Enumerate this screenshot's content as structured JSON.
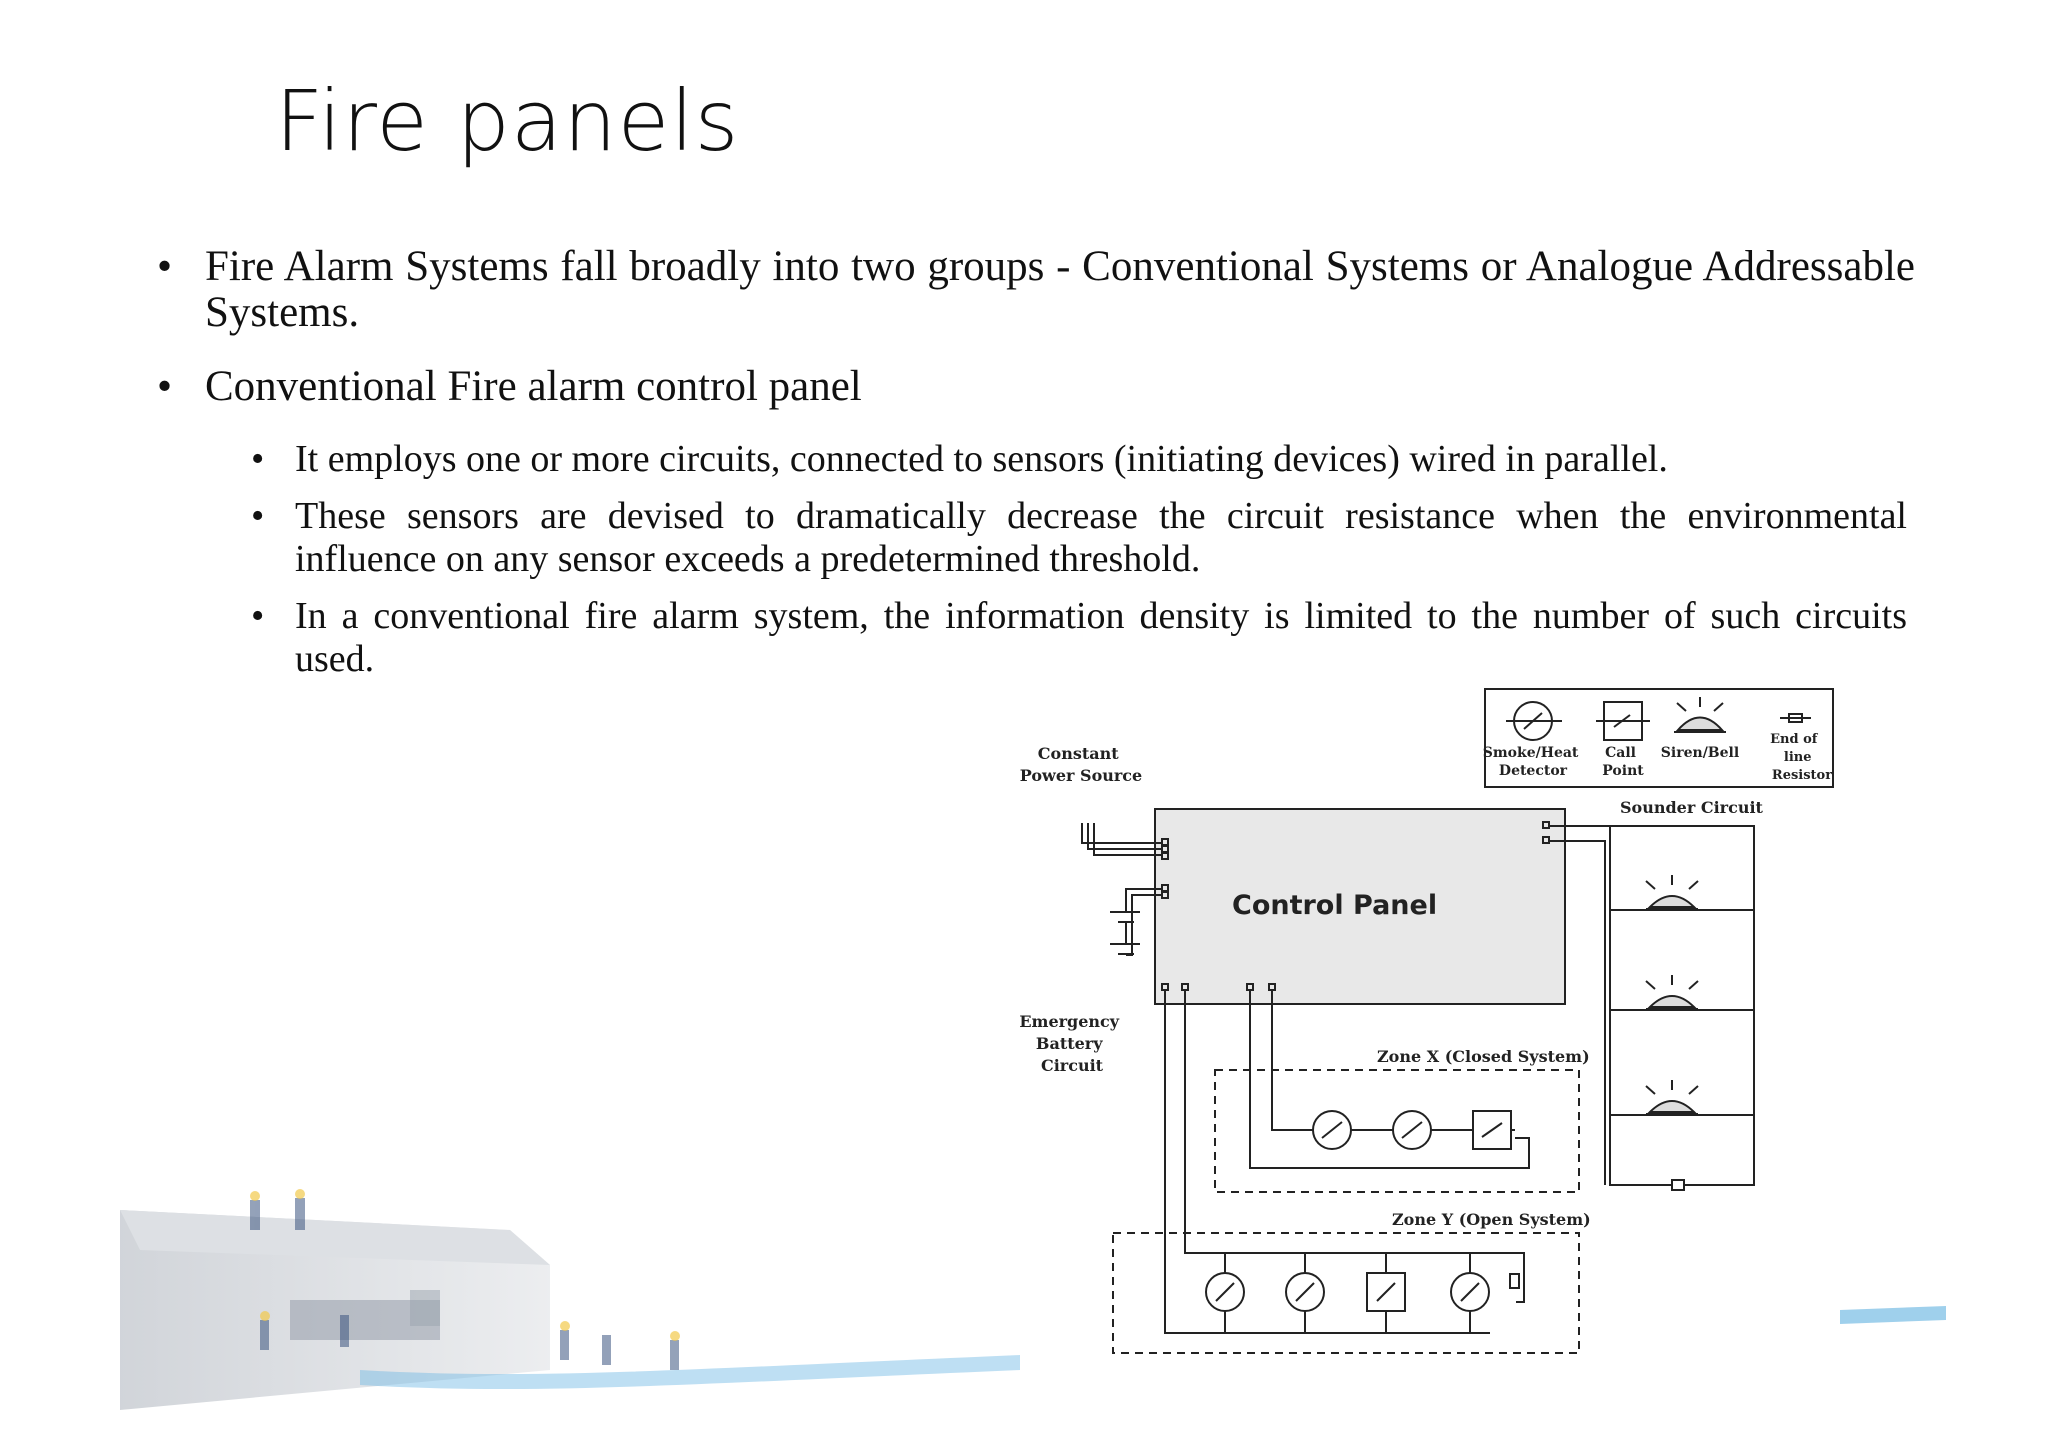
{
  "slide": {
    "title": "Fire panels"
  },
  "bullets": [
    {
      "text": "Fire Alarm Systems fall broadly into two groups - Conventional Systems or Analogue Addressable Systems."
    },
    {
      "text": "Conventional Fire alarm control panel",
      "sub": [
        "It employs one or more circuits, connected to sensors (initiating devices) wired in parallel.",
        "These sensors are devised to dramatically decrease the circuit resistance when the environmental influence on any sensor exceeds a predetermined threshold.",
        "In a conventional fire alarm system, the information density is limited to the number of such circuits used."
      ]
    }
  ],
  "diagram": {
    "control_panel": "Control Panel",
    "power_source": [
      "Constant",
      "Power Source"
    ],
    "battery": [
      "Emergency",
      "Battery",
      "Circuit"
    ],
    "sounder_circuit": "Sounder Circuit",
    "zone_x": "Zone X (Closed System)",
    "zone_y": "Zone Y (Open System)",
    "legend": {
      "smoke": [
        "Smoke/Heat",
        "Detector"
      ],
      "call": [
        "Call",
        "Point"
      ],
      "siren": "Siren/Bell",
      "eol": [
        "End of",
        "line",
        "Resistor"
      ]
    }
  },
  "colors": {
    "panel_fill": "#e8e8e8",
    "stripe": "#5fb0e0"
  }
}
